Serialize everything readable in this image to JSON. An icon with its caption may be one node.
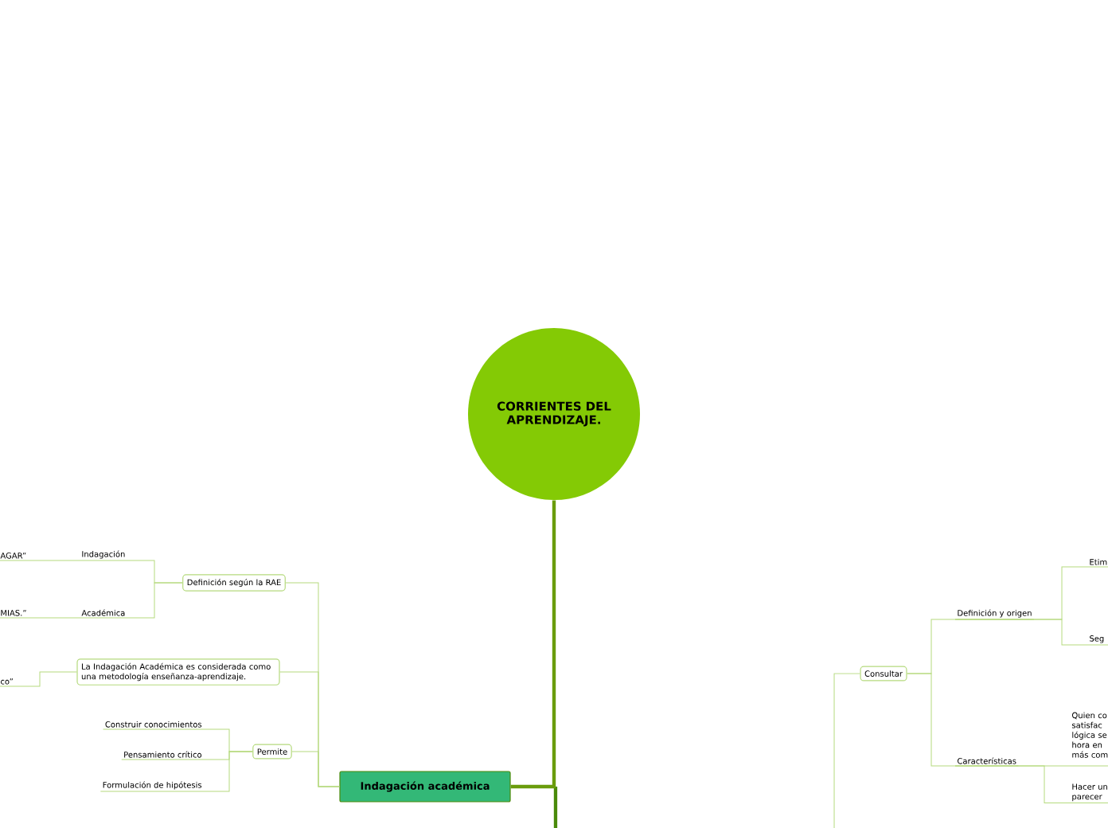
{
  "diagram": {
    "nodes": [
      {
        "text": [
          "CORRIENTES DEL APRENDIZAJE."
        ]
      },
      {
        "text": [
          "Indagación académica"
        ]
      },
      {
        "text": [
          "Definición según la RAE"
        ]
      },
      {
        "text": [
          "Indagación"
        ]
      },
      {
        "text": [
          "Académica"
        ]
      },
      {
        "text": [
          "AGAR”"
        ]
      },
      {
        "text": [
          "MIAS.”"
        ]
      },
      {
        "text": [
          "La Indagación Académica es considerada como una metodología enseñanza-aprendizaje."
        ]
      },
      {
        "text": [
          "co”"
        ]
      },
      {
        "text": [
          "Permite"
        ]
      },
      {
        "text": [
          "Construir conocimientos"
        ]
      },
      {
        "text": [
          "Pensamiento crítico"
        ]
      },
      {
        "text": [
          "Formulación de hipótesis"
        ]
      },
      {
        "text": [
          "Consultar"
        ]
      },
      {
        "text": [
          "Definición y origen"
        ]
      },
      {
        "text": [
          "Características"
        ]
      },
      {
        "text": [
          "Etim"
        ]
      },
      {
        "text": [
          "Seg"
        ]
      },
      {
        "text": [
          "Quien co satisfac lógica se hora en más com"
        ]
      },
      {
        "text": [
          "Hacer un parecer"
        ]
      }
    ],
    "edges": [
      {
        "from": 0,
        "to": 1,
        "arrow": "none",
        "style": "thick",
        "color": "#6a9c0c"
      },
      {
        "from": 1,
        "to": 2,
        "arrow": "none"
      },
      {
        "from": 1,
        "to": 7,
        "arrow": "none"
      },
      {
        "from": 1,
        "to": 9,
        "arrow": "none"
      },
      {
        "from": 2,
        "to": 3,
        "arrow": "none"
      },
      {
        "from": 2,
        "to": 4,
        "arrow": "none"
      },
      {
        "from": 3,
        "to": 5,
        "arrow": "none"
      },
      {
        "from": 4,
        "to": 6,
        "arrow": "none"
      },
      {
        "from": 7,
        "to": 8,
        "arrow": "none"
      },
      {
        "from": 9,
        "to": 10,
        "arrow": "none"
      },
      {
        "from": 9,
        "to": 11,
        "arrow": "none"
      },
      {
        "from": 9,
        "to": 12,
        "arrow": "none"
      },
      {
        "from": null,
        "to": 13,
        "arrow": "none"
      },
      {
        "from": 13,
        "to": 14,
        "arrow": "none"
      },
      {
        "from": 13,
        "to": 15,
        "arrow": "none"
      },
      {
        "from": 14,
        "to": 16,
        "arrow": "none"
      },
      {
        "from": 14,
        "to": 17,
        "arrow": "none"
      },
      {
        "from": 15,
        "to": 18,
        "arrow": "none"
      },
      {
        "from": 15,
        "to": 19,
        "arrow": "none"
      }
    ]
  }
}
